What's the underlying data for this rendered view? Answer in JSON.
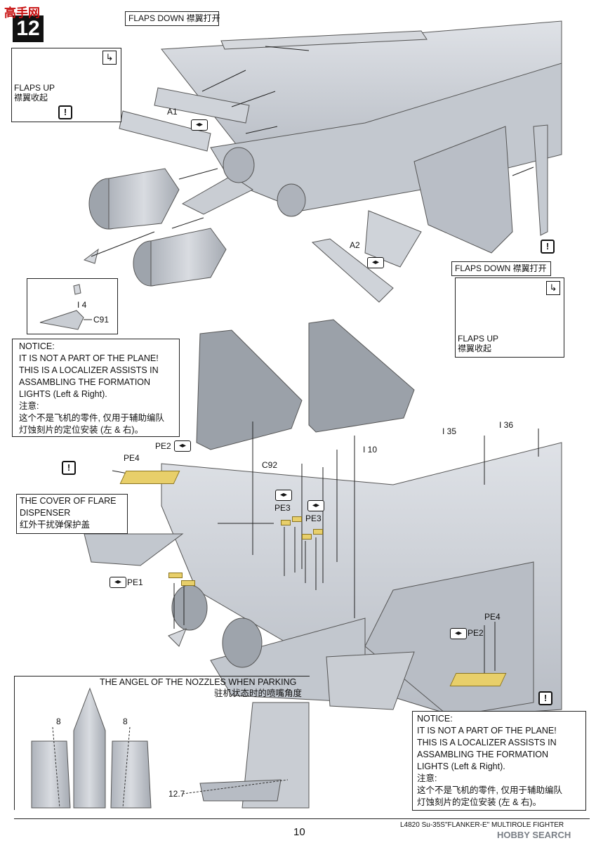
{
  "header": {
    "step_number": "12",
    "watermark_text": "高手网"
  },
  "labels": {
    "flaps_down_top": "FLAPS DOWN 襟翼打开",
    "flaps_up_left_en": "FLAPS UP",
    "flaps_up_left_cn": "襟翼收起",
    "a1": "A1",
    "a2": "A2",
    "flaps_down_right": "FLAPS DOWN  襟翼打开",
    "flaps_up_right_en": "FLAPS UP",
    "flaps_up_right_cn": "襟翼收起",
    "i4": "I 4",
    "c91": "C91",
    "i35": "I 35",
    "i36": "I 36",
    "i10": "I 10",
    "c92": "C92",
    "pe1": "PE1",
    "pe2_left": "PE2",
    "pe3_a": "PE3",
    "pe3_b": "PE3",
    "pe4_left": "PE4",
    "pe2_right": "PE2",
    "pe4_right": "PE4",
    "angle_8_left": "8",
    "angle_8_right": "8",
    "angle_12_7": "12.7"
  },
  "icons": {
    "warning_glyph": "!",
    "both_sides_glyph": "◂▸",
    "bend_glyph": "↳"
  },
  "notice_left": {
    "line1": "NOTICE:",
    "line2": "IT IS NOT A PART OF THE PLANE!",
    "line3": "THIS IS A LOCALIZER ASSISTS IN",
    "line4": "ASSAMBLING THE FORMATION",
    "line5": "LIGHTS (Left & Right).",
    "line6": "注意:",
    "line7": "这个不是飞机的零件, 仅用于辅助编队",
    "line8": "灯蚀刻片的定位安装 (左 & 右)。"
  },
  "notice_right": {
    "line1": "NOTICE:",
    "line2": "IT IS NOT A PART OF THE PLANE!",
    "line3": "THIS IS A LOCALIZER ASSISTS IN",
    "line4": "ASSAMBLING THE FORMATION",
    "line5": "LIGHTS (Left & Right).",
    "line6": "注意:",
    "line7": "这个不是飞机的零件, 仅用于辅助编队",
    "line8": "灯蚀刻片的定位安装 (左 & 右)。"
  },
  "flare_cover": {
    "line1": "THE COVER OF FLARE",
    "line2": "DISPENSER",
    "line3": "红外干扰弹保护盖"
  },
  "nozzle_box": {
    "title_en": "THE ANGEL OF THE NOZZLES WHEN PARKING",
    "title_cn": "驻机状态时的喷嘴角度"
  },
  "footer": {
    "page_number": "10",
    "product_line": "L4820 Su-35S\"FLANKER-E\" MULTIROLE FIGHTER",
    "watermark": "HOBBY SEARCH"
  },
  "colors": {
    "plane_gray": "#c9cdd3",
    "plane_dark": "#9aa0a8",
    "pe_brass": "#e8cf6a"
  }
}
